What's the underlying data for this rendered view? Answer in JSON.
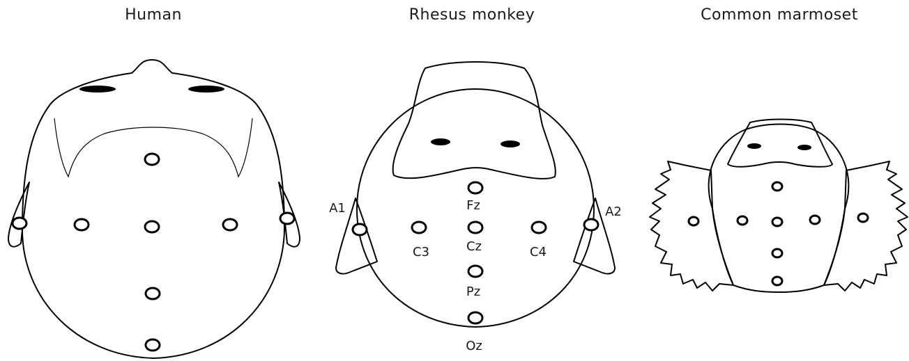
{
  "panels": [
    {
      "title": "Human"
    },
    {
      "title": "Rhesus monkey",
      "labels": {
        "a1": "A1",
        "a2": "A2",
        "fz": "Fz",
        "cz": "Cz",
        "c3": "C3",
        "c4": "C4",
        "pz": "Pz",
        "oz": "Oz"
      }
    },
    {
      "title": "Common marmoset"
    }
  ]
}
